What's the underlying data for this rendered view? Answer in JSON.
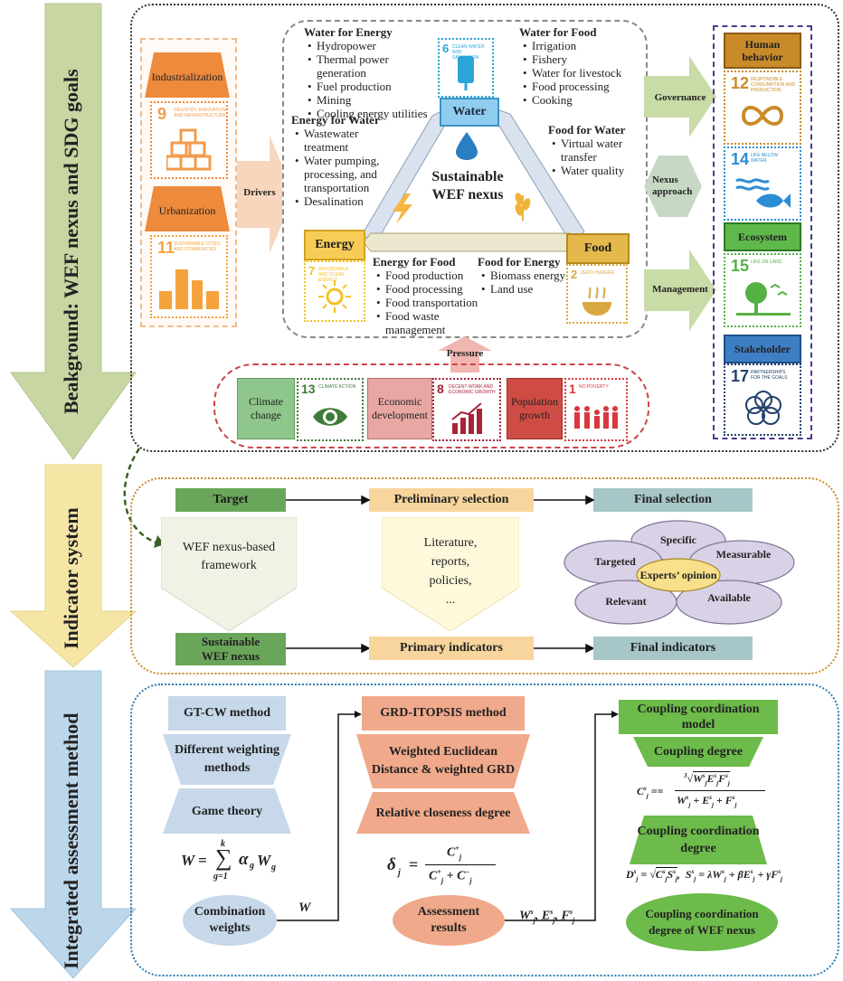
{
  "sections": {
    "background": "Beakground: WEF nexus and SDG goals",
    "indicator": "Indicator system",
    "assessment": "Integrated assessment method"
  },
  "drivers": {
    "industrialization": "Industrialization",
    "sdg9_num": "9",
    "sdg9_text": "INDUSTRY, INNOVATION AND INFRASTRUCTURE",
    "urbanization": "Urbanization",
    "sdg11_num": "11",
    "sdg11_text": "SUSTAINABLE CITIES AND COMMUNITIES",
    "drivers_label": "Drivers"
  },
  "nexus": {
    "water_for_energy_title": "Water for Energy",
    "water_for_energy": [
      "Hydropower",
      "Thermal power generation",
      "Fuel production",
      "Mining",
      "Cooling energy utilities"
    ],
    "energy_for_water_title": "Energy for Water",
    "energy_for_water": [
      "Wastewater treatment",
      "Water pumping, processing, and transportation",
      "Desalination"
    ],
    "water_for_food_title": "Water for Food",
    "water_for_food": [
      "Irrigation",
      "Fishery",
      "Water for livestock",
      "Food processing",
      "Cooking"
    ],
    "food_for_water_title": "Food for Water",
    "food_for_water": [
      "Virtual water transfer",
      "Water quality"
    ],
    "energy_for_food_title": "Energy for Food",
    "energy_for_food": [
      "Food production",
      "Food processing",
      "Food transportation",
      "Food waste management"
    ],
    "food_for_energy_title": "Food for Energy",
    "food_for_energy": [
      "Biomass energy",
      "Land use"
    ],
    "water": "Water",
    "energy": "Energy",
    "food": "Food",
    "center_line1": "Sustainable",
    "center_line2": "WEF  nexus",
    "sdg6_num": "6",
    "sdg6_text": "CLEAN WATER AND SANITATION",
    "sdg7_num": "7",
    "sdg7_text": "AFFORDABLE AND CLEAN ENERGY",
    "sdg2_num": "2",
    "sdg2_text": "ZERO HUNGER",
    "pressure": "Pressure"
  },
  "pressures": {
    "climate": "Climate change",
    "sdg13_num": "13",
    "sdg13_text": "CLIMATE ACTION",
    "economic": "Economic development",
    "sdg8_num": "8",
    "sdg8_text": "DECENT WORK AND ECONOMIC GROWTH",
    "population": "Population growth",
    "sdg1_num": "1",
    "sdg1_text": "NO POVERTY"
  },
  "right": {
    "governance": "Governance",
    "nexus_approach": "Nexus approach",
    "management": "Management",
    "human_behavior": "Human behavior",
    "sdg12_num": "12",
    "sdg12_text": "RESPONSIBLE CONSUMPTION AND PRODUCTION",
    "sdg14_num": "14",
    "sdg14_text": "LIFE BELOW WATER",
    "ecosystem": "Ecosystem",
    "sdg15_num": "15",
    "sdg15_text": "LIFE ON LAND",
    "stakeholder": "Stakeholder",
    "sdg17_num": "17",
    "sdg17_text": "PARTNERSHIPS FOR THE GOALS"
  },
  "indicator_system": {
    "target": "Target",
    "preliminary": "Preliminary selection",
    "final_selection": "Final selection",
    "framework_line1": "WEF nexus-based",
    "framework_line2": "framework",
    "lit_line1": "Literature,",
    "lit_line2": "reports,",
    "lit_line3": "policies,",
    "lit_line4": "...",
    "specific": "Specific",
    "targeted": "Targeted",
    "measurable": "Measurable",
    "experts": "Experts’ opinion",
    "relevant": "Relevant",
    "available": "Available",
    "sustainable_line1": "Sustainable",
    "sustainable_line2": "WEF nexus",
    "primary": "Primary indicators",
    "final_indicators": "Final indicators"
  },
  "assessment": {
    "gtcw": "GT-CW method",
    "diff_line1": "Different weighting",
    "diff_line2": "methods",
    "game": "Game theory",
    "formula_w_lhs": "W =",
    "formula_w_top": "k",
    "formula_w_bot": "g=1",
    "formula_w_rhs": "α",
    "formula_w_g": "g",
    "formula_w_W": "W",
    "formula_w_sub": "g",
    "combination_line1": "Combination",
    "combination_line2": "weights",
    "w_label": "W",
    "grd": "GRD-ITOPSIS method",
    "weighted_line1": "Weighted Euclidean",
    "weighted_line2": "Distance & weighted GRD",
    "relative": "Relative closeness degree",
    "delta_lhs": "δ",
    "delta_sub": "j",
    "delta_num": "C",
    "delta_den": "C",
    "assess_line1": "Assessment",
    "assess_line2": "results",
    "wef_label": "W",
    "cc_line1": "Coupling coordination",
    "cc_line2": "model",
    "coupling_degree": "Coupling degree",
    "ccd_line1": "Coupling coordination",
    "ccd_line2": "degree",
    "final_line1": "Coupling coordination",
    "final_line2": "degree of WEF nexus"
  }
}
